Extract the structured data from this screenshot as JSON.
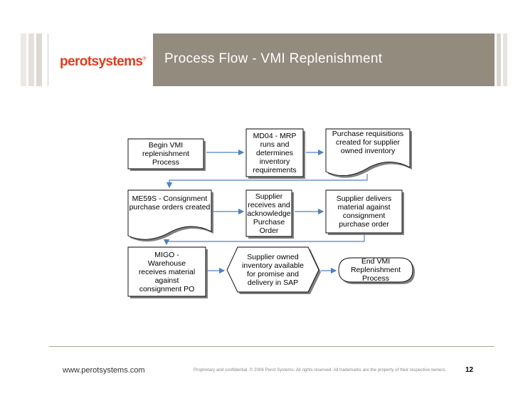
{
  "header": {
    "logo_text": "perotsystems",
    "logo_mark": "®",
    "title": "Process Flow - VMI Replenishment"
  },
  "diagram": {
    "nodes": {
      "begin": "Begin VMI\nreplenishment Process",
      "md04": "MD04 - MRP\nruns and\ndetermines\ninventory\nrequirements",
      "purchase_req": "Purchase requisitions\ncreated for supplier\nowned inventory",
      "me59s": "ME59S - Consignment\npurchase orders created",
      "supplier_ack": "Supplier\nreceives and\nacknowledge\nPurchase\nOrder",
      "supplier_delivers": "Supplier delivers\nmaterial against\nconsignment\npurchase order",
      "migo": "MIGO -\nWarehouse\nreceives material\nagainst\nconsignment PO",
      "supplier_owned": "Supplier owned\ninventory available\nfor promise and\ndelivery in SAP",
      "end": "End VMI\nReplenishment\nProcess"
    }
  },
  "footer": {
    "url": "www.perotsystems.com",
    "legal": "Proprietary and confidential. © 2006 Perot Systems. All rights reserved. All trademarks are the property of their respective owners.",
    "page": "12"
  },
  "colors": {
    "header_gray": "#948b7f",
    "logo_red": "#e23a1e",
    "arrow_blue": "#4f81bd"
  }
}
